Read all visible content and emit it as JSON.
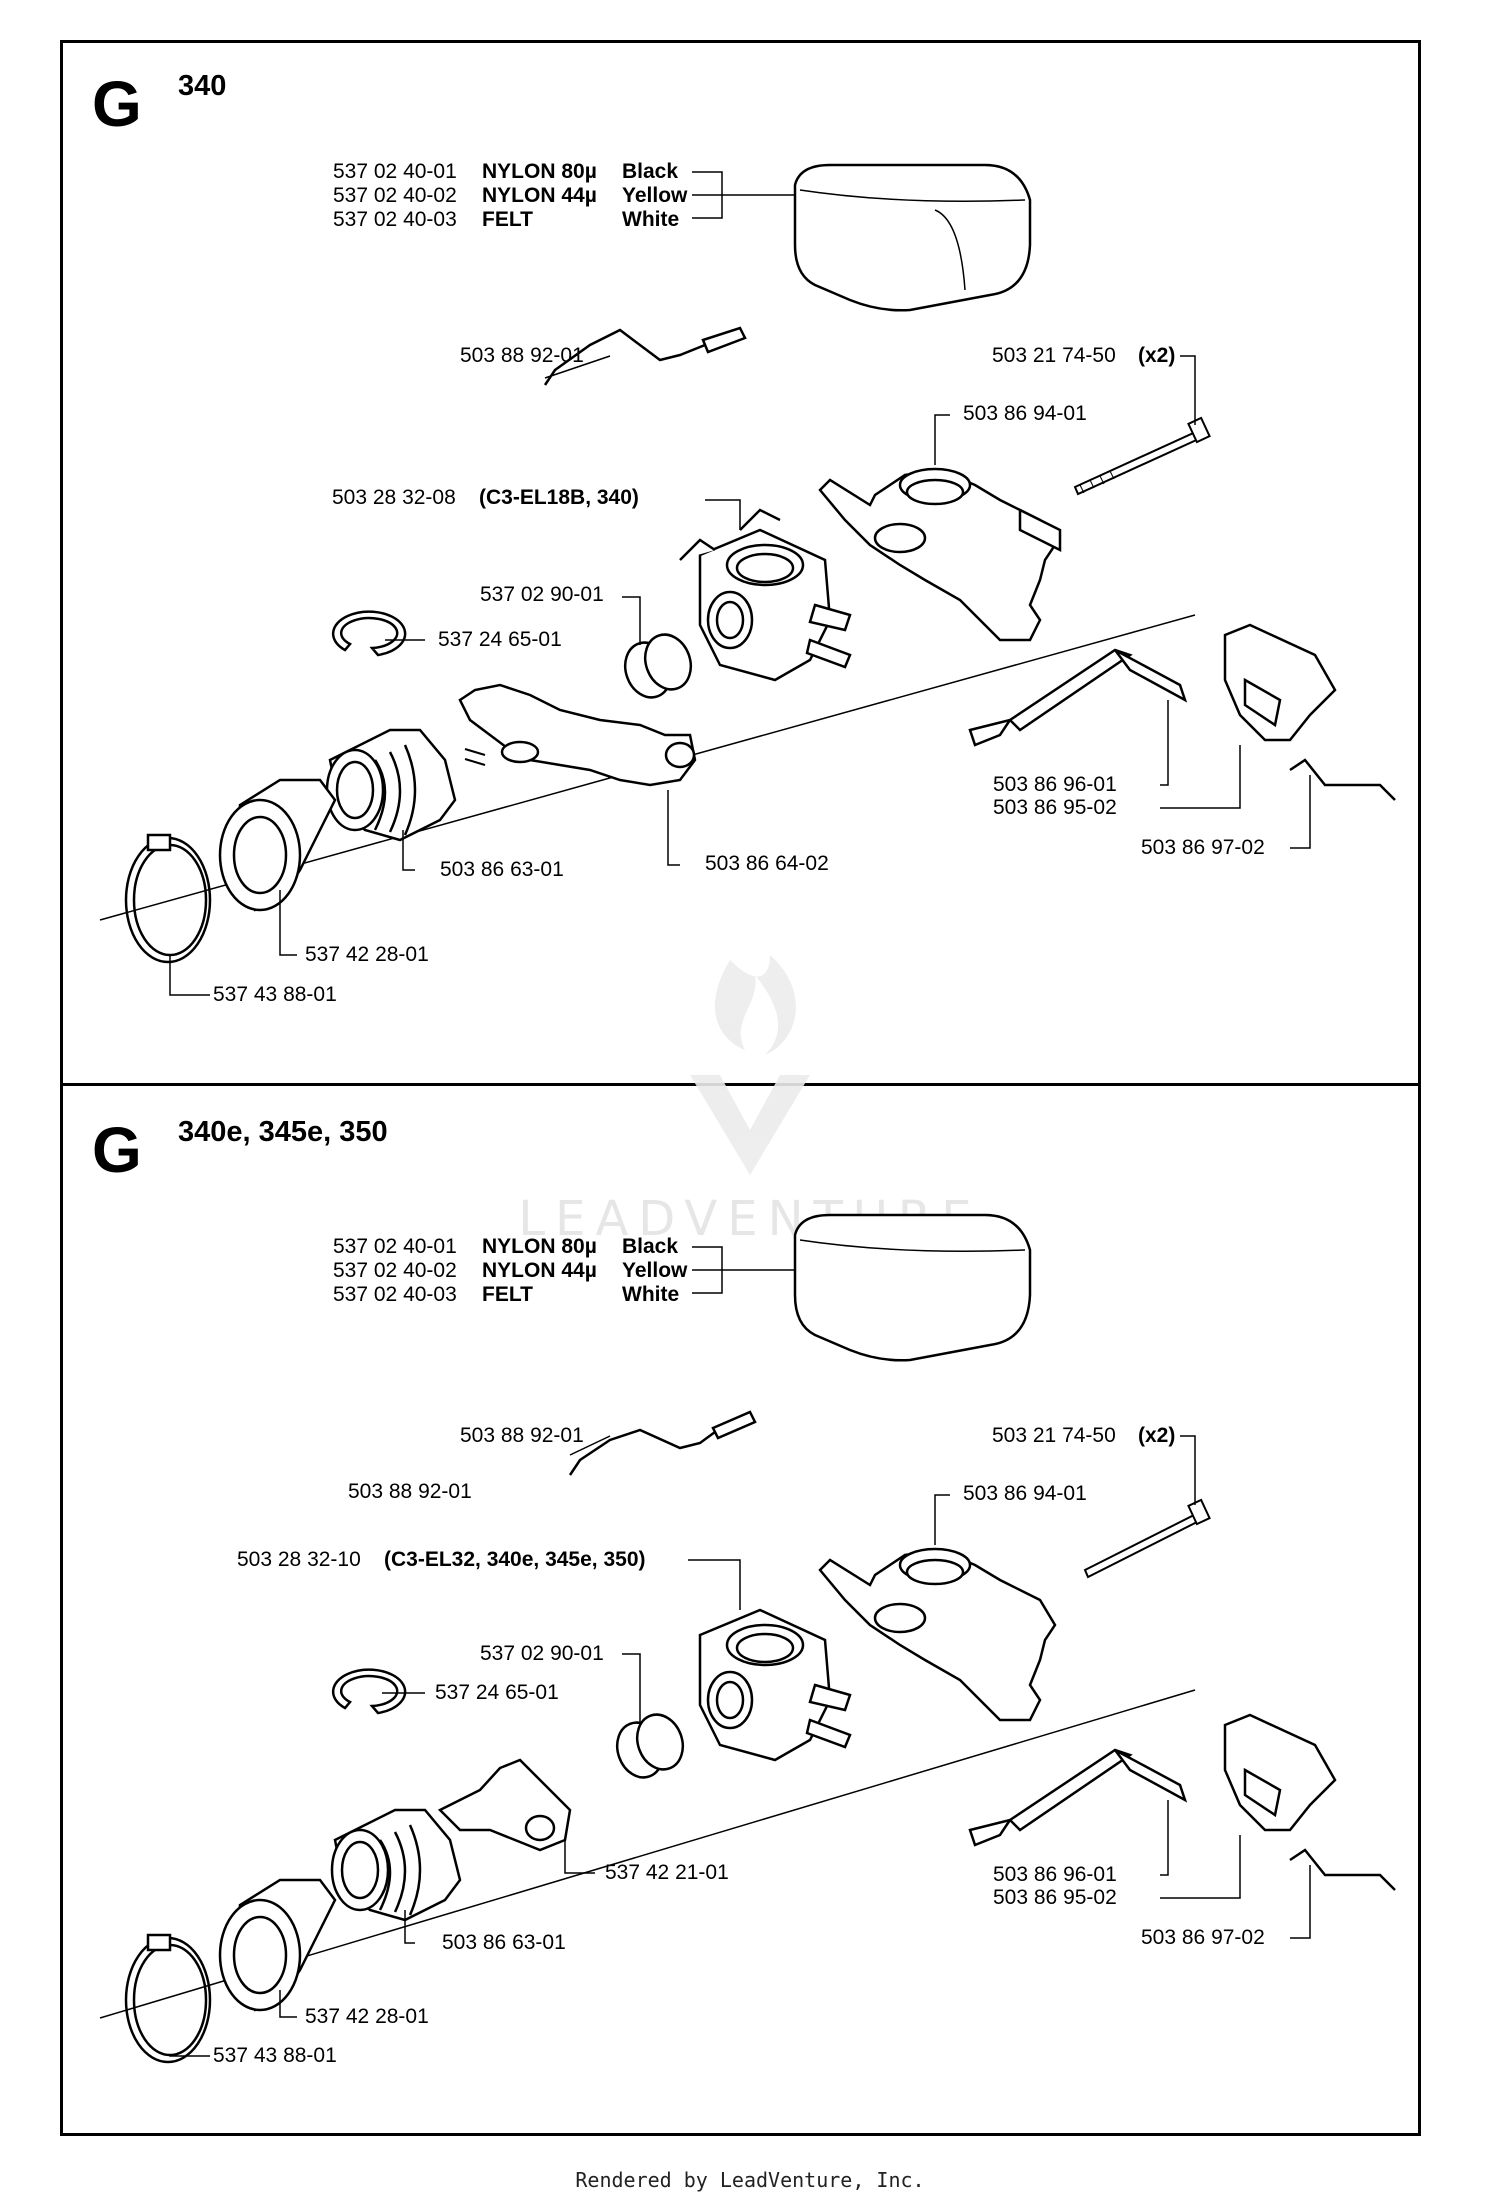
{
  "panels": [
    {
      "letter": "G",
      "model": "340",
      "filter_rows": [
        {
          "part": "537 02 40-01",
          "material": "NYLON 80µ",
          "color": "Black"
        },
        {
          "part": "537 02 40-02",
          "material": "NYLON 44µ",
          "color": "Yellow"
        },
        {
          "part": "537 02 40-03",
          "material": "FELT",
          "color": "White"
        }
      ],
      "wire": "503 88 92-01",
      "bolt": "503 21 74-50",
      "bolt_qty": "(x2)",
      "holder": "503 86 94-01",
      "carb": "503 28 32-08",
      "carb_note": "(C3-EL18B, 340)",
      "seal": "537 02 90-01",
      "ring": "537 24 65-01",
      "link": "503 86 64-02",
      "boot": "503 86 63-01",
      "arm1": "503 86 96-01",
      "arm2": "503 86 95-02",
      "spring": "503 86 97-02",
      "cup": "537 42 28-01",
      "clamp": "537 43 88-01"
    },
    {
      "letter": "G",
      "model": "340e, 345e, 350",
      "filter_rows": [
        {
          "part": "537 02 40-01",
          "material": "NYLON 80µ",
          "color": "Black"
        },
        {
          "part": "537 02 40-02",
          "material": "NYLON 44µ",
          "color": "Yellow"
        },
        {
          "part": "537 02 40-03",
          "material": "FELT",
          "color": "White"
        }
      ],
      "wire": "503 88 92-01",
      "wire_alt": "503 88 92-01",
      "bolt": "503 21 74-50",
      "bolt_qty": "(x2)",
      "holder": "503 86 94-01",
      "carb": "503 28 32-10",
      "carb_note": "(C3-EL32, 340e, 345e, 350)",
      "seal": "537 02 90-01",
      "ring": "537 24 65-01",
      "link": "537 42 21-01",
      "boot": "503 86 63-01",
      "arm1": "503 86 96-01",
      "arm2": "503 86 95-02",
      "spring": "503 86 97-02",
      "cup": "537 42 28-01",
      "clamp": "537 43 88-01"
    }
  ],
  "watermark": "LEADVENTURE",
  "footer": "Rendered by LeadVenture, Inc."
}
